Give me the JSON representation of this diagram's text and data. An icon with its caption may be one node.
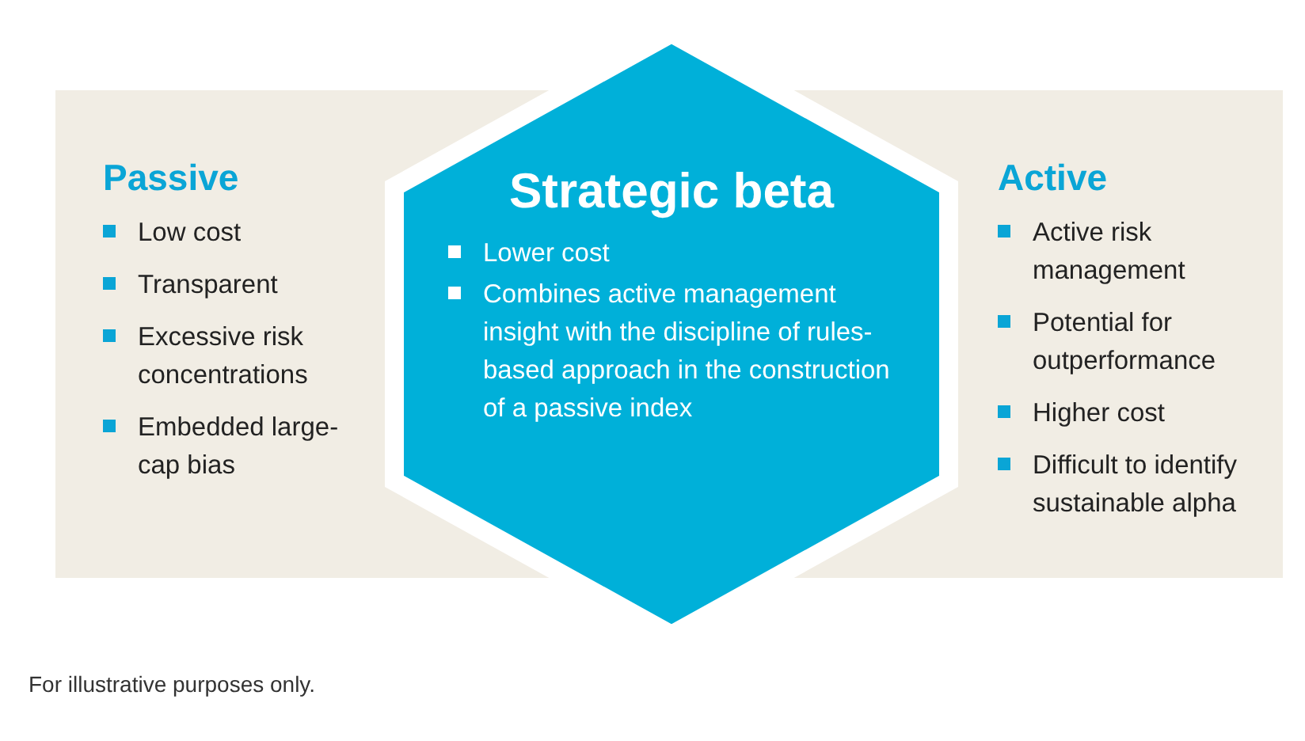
{
  "diagram": {
    "caption": "For illustrative purposes only.",
    "nodes": [
      {
        "text": [
          "Passive",
          "Low cost",
          "Transparent",
          "Excessive risk concentrations",
          "Embedded large-cap bias"
        ]
      },
      {
        "text": [
          "Strategic beta",
          "Lower cost",
          "Combines active management insight with the discipline of rules-based approach in the construction of a passive index"
        ]
      },
      {
        "text": [
          "Active",
          "Active risk management",
          "Potential for outperformance",
          "Higher cost",
          "Difficult to identify sustainable alpha"
        ]
      }
    ],
    "edges": []
  }
}
